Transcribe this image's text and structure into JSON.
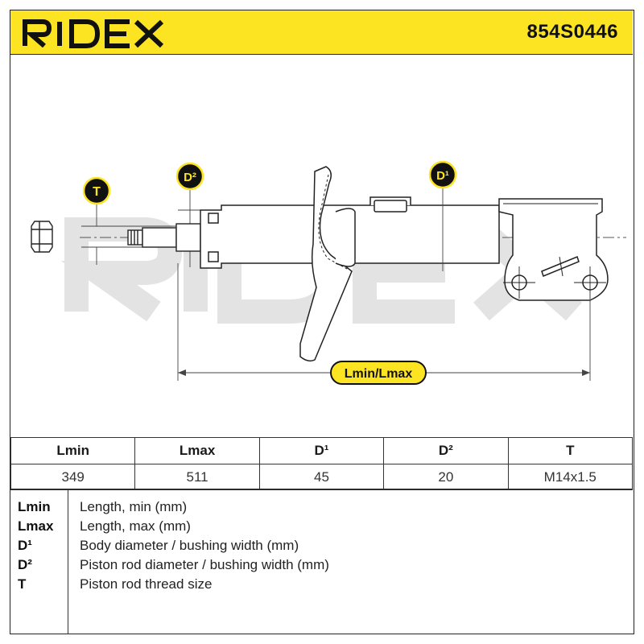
{
  "header": {
    "brand": "RIDEX",
    "part_number": "854S0446",
    "background_color": "#fde423"
  },
  "drawing": {
    "watermark": "RIDEX",
    "labels": {
      "t": "T",
      "d2": "D²",
      "d1": "D¹",
      "length": "Lmin/Lmax"
    }
  },
  "spec_table": {
    "headers": [
      "Lmin",
      "Lmax",
      "D¹",
      "D²",
      "T"
    ],
    "values": [
      "349",
      "511",
      "45",
      "20",
      "M14x1.5"
    ]
  },
  "legend": [
    {
      "key": "Lmin",
      "desc": "Length, min (mm)"
    },
    {
      "key": "Lmax",
      "desc": "Length, max (mm)"
    },
    {
      "key": "D¹",
      "desc": "Body diameter / bushing width (mm)"
    },
    {
      "key": "D²",
      "desc": "Piston rod diameter / bushing width (mm)"
    },
    {
      "key": "T",
      "desc": "Piston rod thread size"
    }
  ]
}
